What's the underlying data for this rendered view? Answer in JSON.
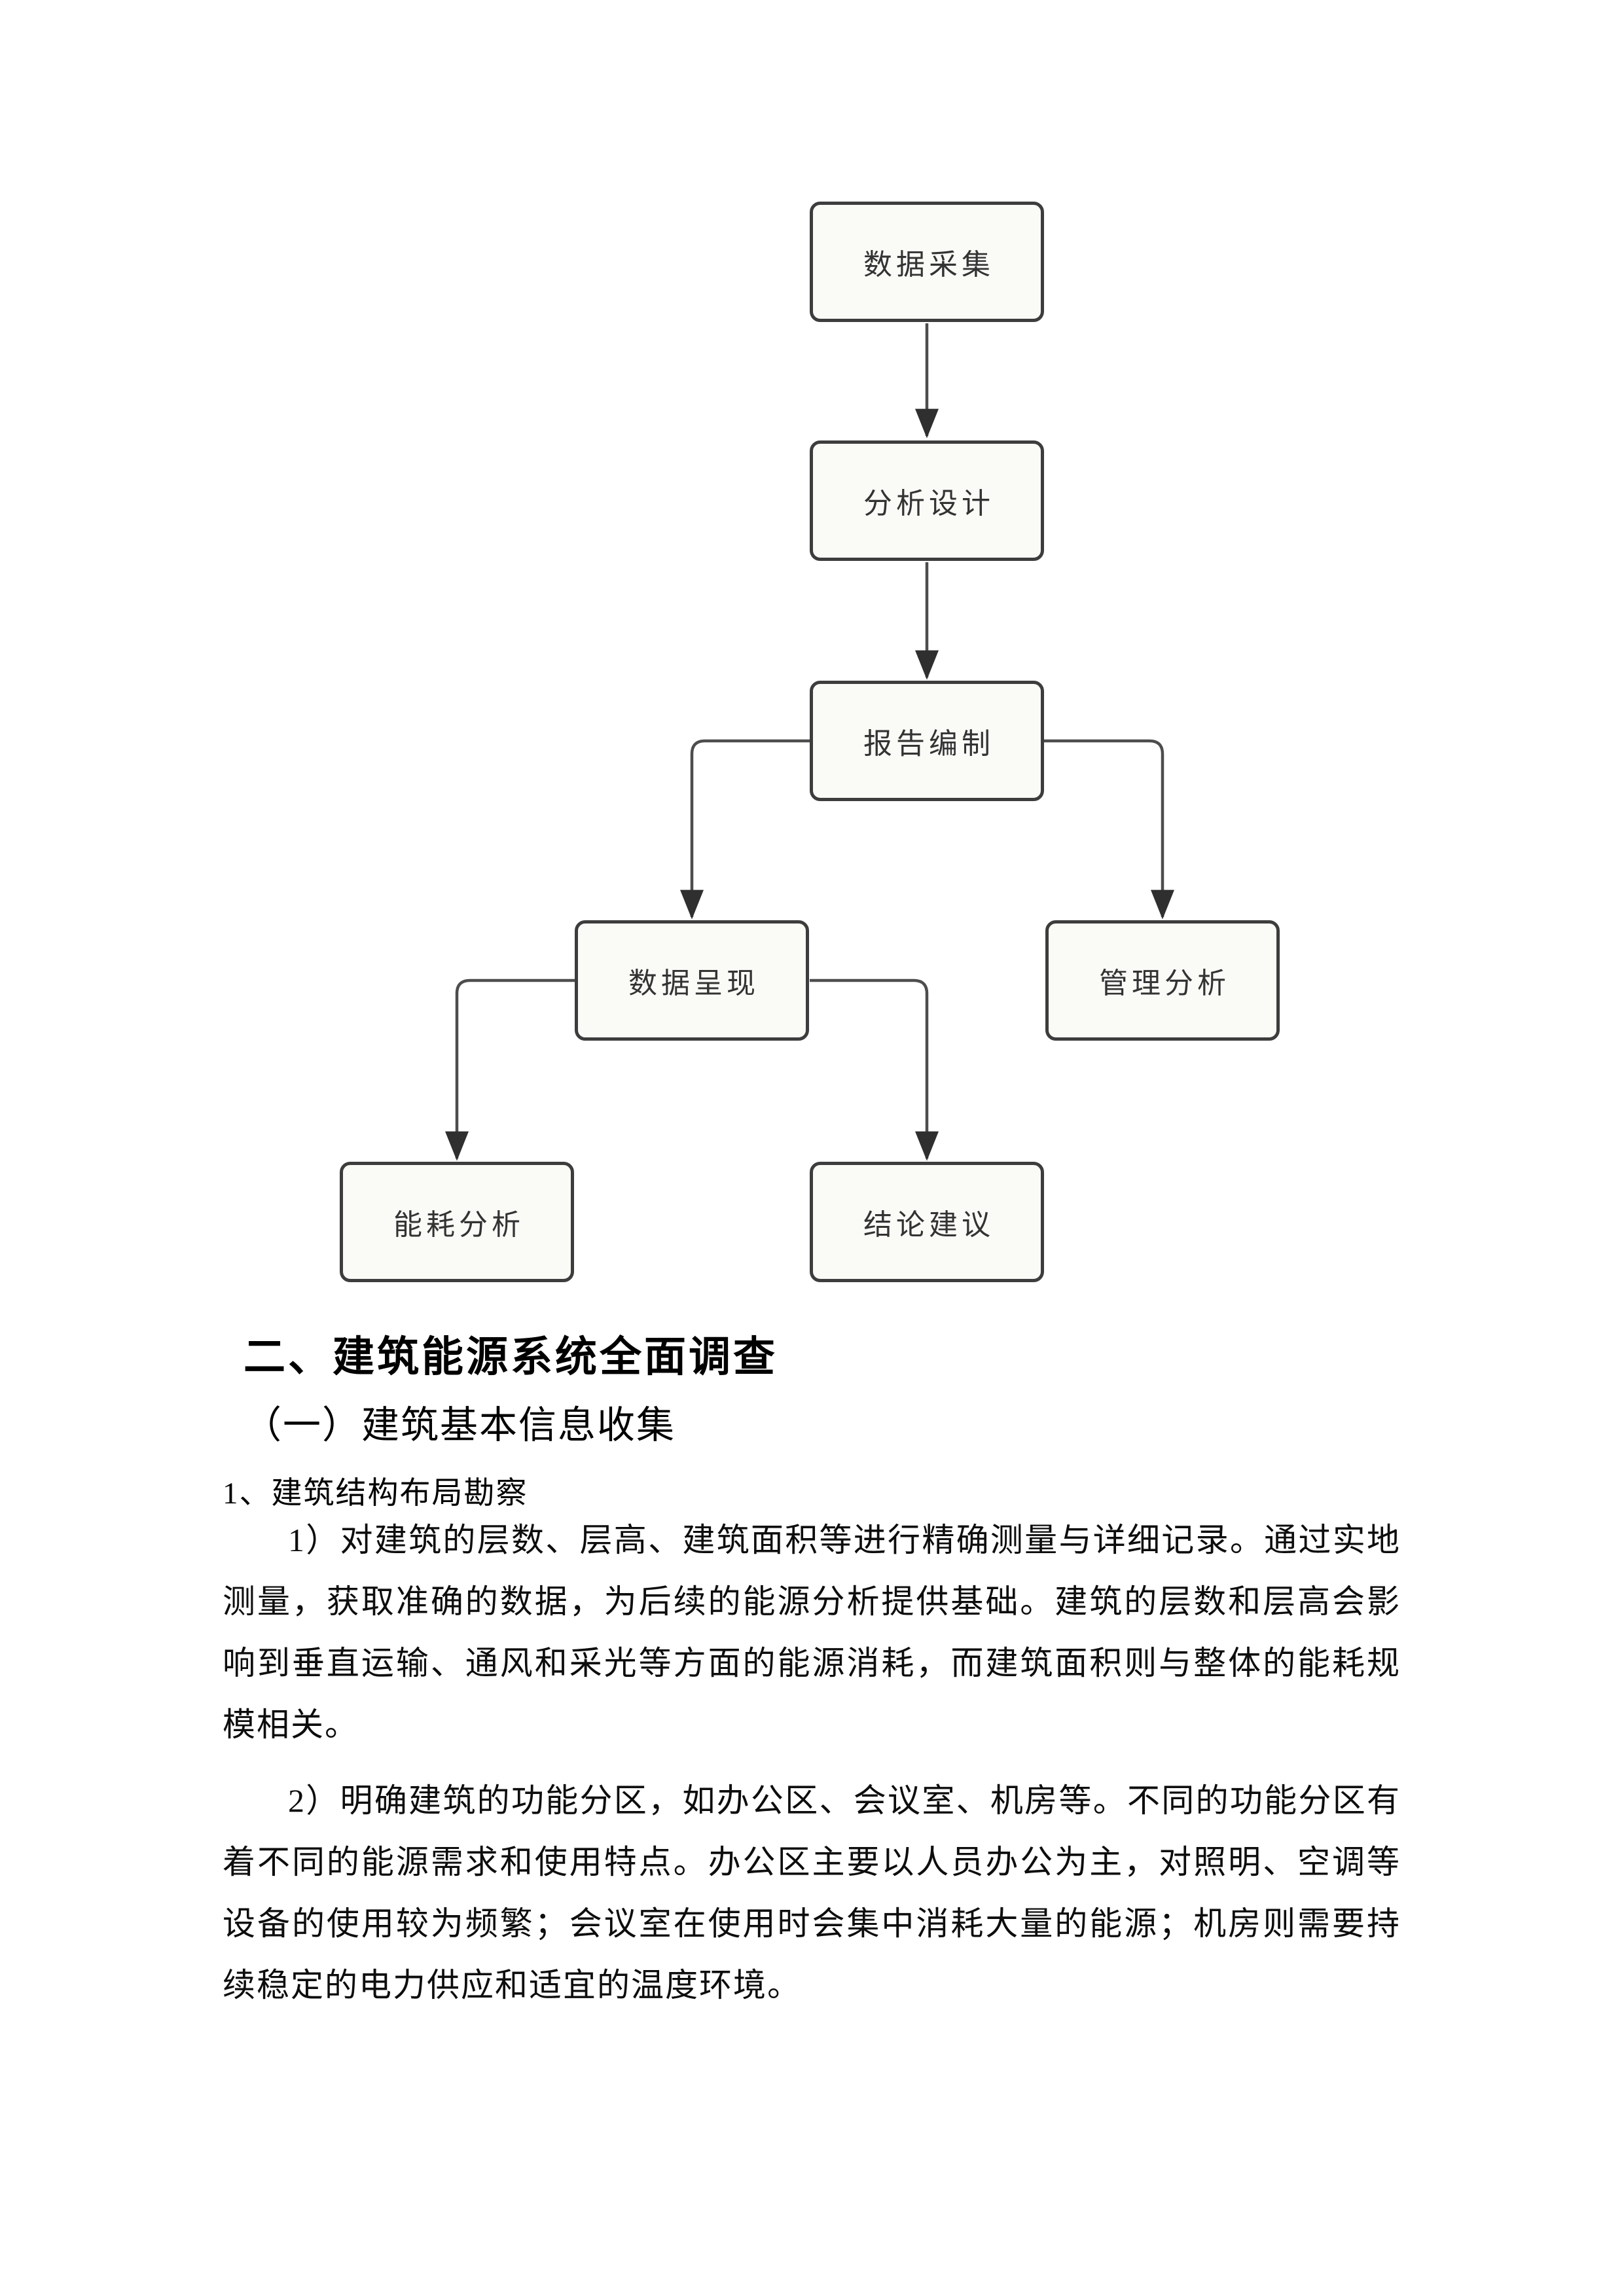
{
  "page": {
    "background_color": "#ffffff"
  },
  "flowchart": {
    "nodes": [
      {
        "id": "data-collection",
        "label": "数据采集"
      },
      {
        "id": "analysis-design",
        "label": "分析设计"
      },
      {
        "id": "report-compilation",
        "label": "报告编制"
      },
      {
        "id": "data-presentation",
        "label": "数据呈现"
      },
      {
        "id": "management-analysis",
        "label": "管理分析"
      },
      {
        "id": "energy-analysis",
        "label": "能耗分析"
      },
      {
        "id": "conclusion-suggestion",
        "label": "结论建议"
      }
    ],
    "edges": [
      {
        "from": "数据采集",
        "to": "分析设计"
      },
      {
        "from": "分析设计",
        "to": "报告编制"
      },
      {
        "from": "报告编制",
        "to": "数据呈现"
      },
      {
        "from": "报告编制",
        "to": "管理分析"
      },
      {
        "from": "数据呈现",
        "to": "能耗分析"
      },
      {
        "from": "数据呈现",
        "to": "结论建议"
      }
    ],
    "colors": {
      "node_fill": "#fafaf7",
      "node_border": "#3d3d3d",
      "connector": "#4d4d4d",
      "arrowhead": "#2f2f2f",
      "label_text": "#333333"
    }
  },
  "document": {
    "section_heading": "二、建筑能源系统全面调查",
    "subsection_heading": "（一）建筑基本信息收集",
    "item_heading": "1、建筑结构布局勘察",
    "paragraphs": [
      "1）对建筑的层数、层高、建筑面积等进行精确测量与详细记录。通过实地测量，获取准确的数据，为后续的能源分析提供基础。建筑的层数和层高会影响到垂直运输、通风和采光等方面的能源消耗，而建筑面积则与整体的能耗规模相关。",
      "2）明确建筑的功能分区，如办公区、会议室、机房等。不同的功能分区有着不同的能源需求和使用特点。办公区主要以人员办公为主，对照明、空调等设备的使用较为频繁；会议室在使用时会集中消耗大量的能源；机房则需要持续稳定的电力供应和适宜的温度环境。"
    ]
  }
}
